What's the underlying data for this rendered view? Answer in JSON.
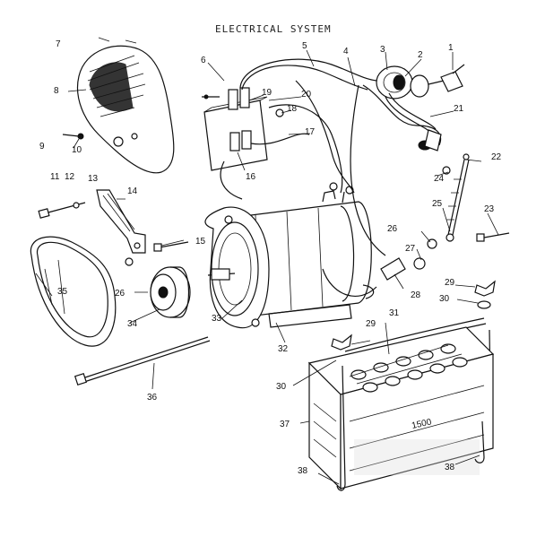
{
  "title": "ELECTRICAL SYSTEM",
  "callouts": [
    "1",
    "2",
    "3",
    "4",
    "5",
    "6",
    "7",
    "8",
    "9",
    "10",
    "11",
    "12",
    "13",
    "14",
    "15",
    "16",
    "17",
    "18",
    "19",
    "20",
    "21",
    "22",
    "23",
    "24",
    "25",
    "26",
    "27",
    "28",
    "29",
    "30",
    "31",
    "32",
    "33",
    "34",
    "35",
    "36",
    "37",
    "38"
  ],
  "battery_text": "1500"
}
